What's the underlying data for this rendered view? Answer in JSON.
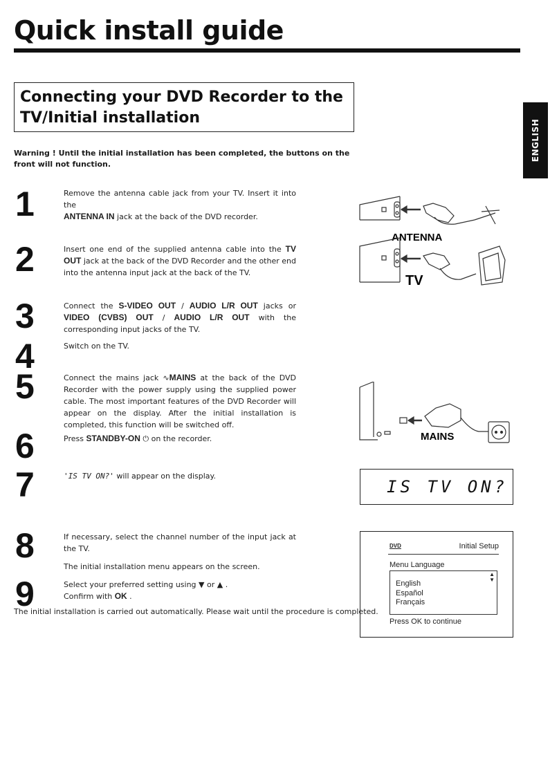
{
  "header": {
    "title": "Quick install guide"
  },
  "section": {
    "title_line1": "Connecting your DVD Recorder to the",
    "title_line2": "TV/Initial installation"
  },
  "side_tab": {
    "label": "ENGLISH"
  },
  "warning": "Warning ! Until the initial installation has been completed, the buttons on the front will not function.",
  "steps": [
    {
      "num": "1",
      "t1": "Remove the antenna cable jack from your TV. Insert it into the",
      "b1": "ANTENNA IN",
      "t2": " jack at the back of the DVD recorder."
    },
    {
      "num": "2",
      "t1": "Insert one end of the supplied antenna cable into the ",
      "b1": "TV OUT",
      "t2": " jack at the back of the DVD Recorder and the other end into the antenna input jack at the back of the TV."
    },
    {
      "num": "3",
      "t1": "Connect the ",
      "b1": "S-VIDEO OUT",
      "t2": " / ",
      "b2": "AUDIO L/R OUT",
      "t3": " jacks or ",
      "b3": "VIDEO (CVBS) OUT",
      "t4": " / ",
      "b4": "AUDIO L/R OUT",
      "t5": " with the corresponding input jacks of the TV."
    },
    {
      "num": "4",
      "t1": "Switch on the TV."
    },
    {
      "num": "5",
      "t1": "Connect the mains jack ",
      "sym": "∿",
      "b1": "MAINS",
      "t2": " at the back of the DVD Recorder with the power supply using the supplied power cable. The most important features of the DVD Recorder will appear on the display. After the initial installation is completed, this function will be switched off."
    },
    {
      "num": "6",
      "t1": "Press ",
      "b1": "STANDBY-ON",
      "sym": " ⏻",
      "t2": " on the recorder."
    },
    {
      "num": "7",
      "lcd": "'IS TV ON?'",
      "t1": " will appear on the display."
    },
    {
      "num": "8",
      "t1": "If necessary, select the channel number of the input jack at the TV.",
      "t2": "The initial installation menu appears on the screen."
    },
    {
      "num": "9",
      "t1": "Select your preferred setting using ",
      "sym1": "▼",
      "t2": " or ",
      "sym2": "▲",
      "t3": " .",
      "t4": "Confirm with ",
      "b1": "OK",
      "t5": " ."
    }
  ],
  "footer_note": "The initial installation is carried out automatically. Please wait until the procedure is completed.",
  "illustrations": {
    "antenna_label": "ANTENNA",
    "tv_label": "TV",
    "mains_label": "MAINS",
    "lcd_text": "IS TV ON?",
    "osd": {
      "logo": "DVD",
      "title": "Initial Setup",
      "menu_label": "Menu Language",
      "options": [
        "English",
        "Español",
        "Français"
      ],
      "footer": "Press OK to continue"
    }
  }
}
